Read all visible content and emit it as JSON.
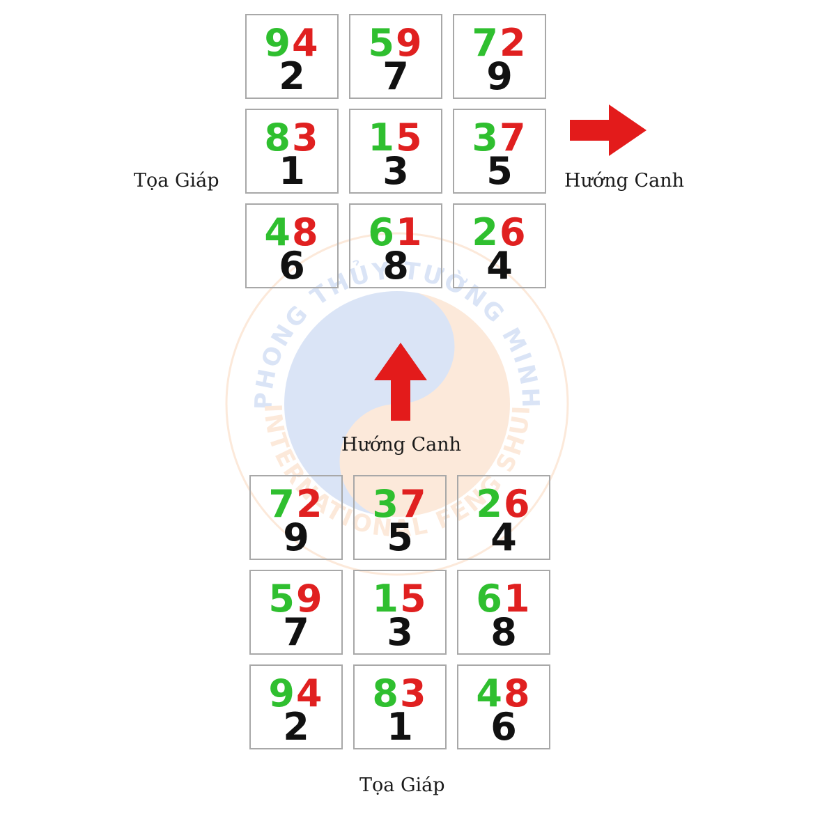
{
  "colors": {
    "mountain_star": "#2fbf2f",
    "water_star": "#e02020",
    "base_star": "#111111",
    "arrow": "#e31b1b",
    "cell_border": "#a8a8a8",
    "watermark_blue": "#3a6fd1",
    "watermark_orange": "#f08a3a"
  },
  "watermark": {
    "text_top": "PHONG THỦY TƯỜNG MINH",
    "text_bottom": "INTERNATIONAL FENG SHUI"
  },
  "chart_top": {
    "label_left": "Tọa Giáp",
    "label_right": "Hướng Canh",
    "arrow_direction": "right",
    "cells": [
      {
        "mountain": "9",
        "water": "4",
        "base": "2"
      },
      {
        "mountain": "5",
        "water": "9",
        "base": "7"
      },
      {
        "mountain": "7",
        "water": "2",
        "base": "9"
      },
      {
        "mountain": "8",
        "water": "3",
        "base": "1"
      },
      {
        "mountain": "1",
        "water": "5",
        "base": "3"
      },
      {
        "mountain": "3",
        "water": "7",
        "base": "5"
      },
      {
        "mountain": "4",
        "water": "8",
        "base": "6"
      },
      {
        "mountain": "6",
        "water": "1",
        "base": "8"
      },
      {
        "mountain": "2",
        "water": "6",
        "base": "4"
      }
    ]
  },
  "chart_bottom": {
    "label_top": "Hướng Canh",
    "label_bottom": "Tọa Giáp",
    "arrow_direction": "up",
    "cells": [
      {
        "mountain": "7",
        "water": "2",
        "base": "9"
      },
      {
        "mountain": "3",
        "water": "7",
        "base": "5"
      },
      {
        "mountain": "2",
        "water": "6",
        "base": "4"
      },
      {
        "mountain": "5",
        "water": "9",
        "base": "7"
      },
      {
        "mountain": "1",
        "water": "5",
        "base": "3"
      },
      {
        "mountain": "6",
        "water": "1",
        "base": "8"
      },
      {
        "mountain": "9",
        "water": "4",
        "base": "2"
      },
      {
        "mountain": "8",
        "water": "3",
        "base": "1"
      },
      {
        "mountain": "4",
        "water": "8",
        "base": "6"
      }
    ]
  }
}
